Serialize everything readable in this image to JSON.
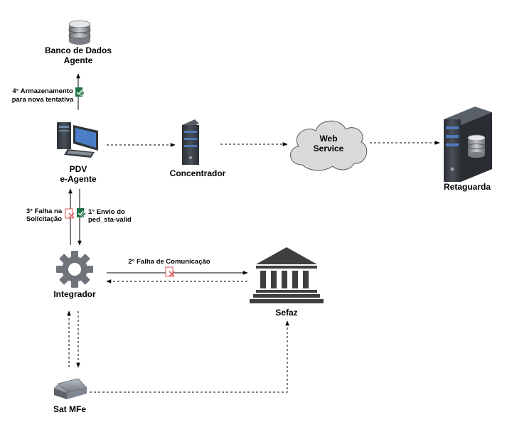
{
  "nodes": {
    "database": {
      "label_line1": "Banco de Dados",
      "label_line2": "Agente",
      "icon": "database-icon"
    },
    "pdv": {
      "label_line1": "PDV",
      "label_line2": "e-Agente",
      "icon": "desktop-computer-icon"
    },
    "concentrador": {
      "label": "Concentrador",
      "icon": "server-icon"
    },
    "webservice": {
      "label_line1": "Web",
      "label_line2": "Service",
      "icon": "cloud-icon"
    },
    "retaguarda": {
      "label": "Retaguarda",
      "icon": "server-database-icon"
    },
    "integrador": {
      "label": "Integrador",
      "icon": "gear-icon"
    },
    "sefaz": {
      "label": "Sefaz",
      "icon": "government-building-icon"
    },
    "satmfe": {
      "label": "Sat MFe",
      "icon": "device-icon"
    }
  },
  "edges": {
    "armazenamento": {
      "label_line1": "4° Armazenamento",
      "label_line2": "para nova tentativa",
      "status": "success",
      "style": "solid"
    },
    "falha_solicitacao": {
      "label_line1": "3° Falha na",
      "label_line2": "Solicitação",
      "status": "failure",
      "style": "solid"
    },
    "envio": {
      "label_line1": "1° Envio do",
      "label_line2": "ped_sta-valid",
      "status": "success",
      "style": "solid"
    },
    "falha_comunicacao": {
      "label": "2° Falha de Comunicação",
      "status": "failure",
      "style": "solid"
    }
  },
  "colors": {
    "success": "#1e7145",
    "failure": "#d9534f",
    "line": "#000000",
    "server_dark": "#3a3f45",
    "server_stripe": "#4f79b8",
    "cloud_fill": "#d9d9d9"
  }
}
